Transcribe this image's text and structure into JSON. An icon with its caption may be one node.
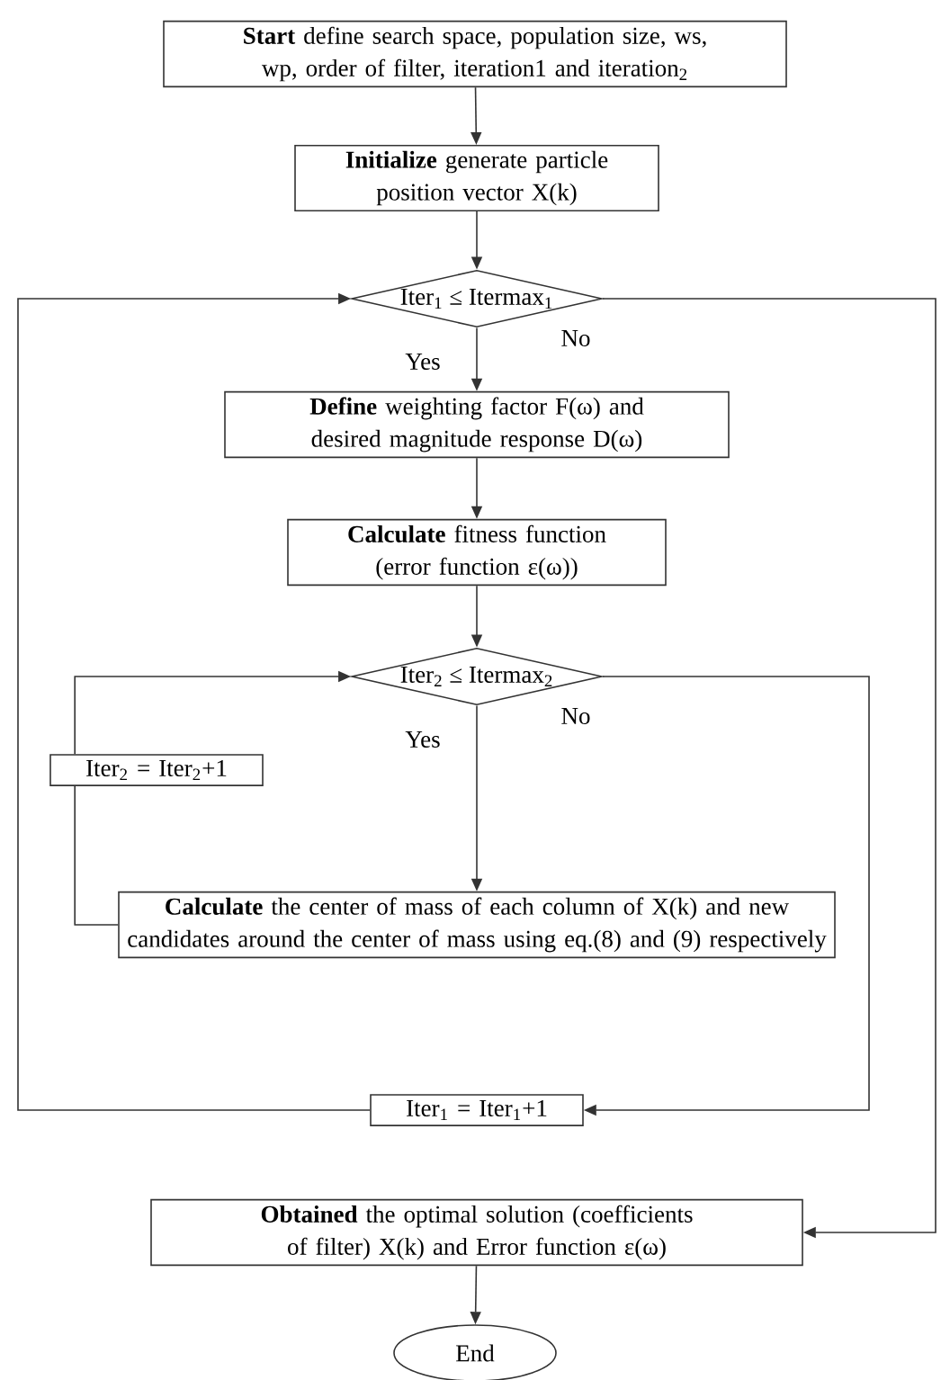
{
  "diagram": {
    "nodes": [
      {
        "text": [
          "**Start** define search space, population size, ws, wp, order of filter, iteration1 and iteration$_{2}$"
        ]
      },
      {
        "text": [
          "**Initialize** generate particle position vector X(k)"
        ]
      },
      {
        "text": [
          "Iter$_{1}$ ≤ Itermax$_{1}$"
        ]
      },
      {
        "text": [
          "**Define** weighting factor F(ω) and desired magnitude response D(ω)"
        ]
      },
      {
        "text": [
          "**Calculate** fitness function (error function ε(ω))"
        ]
      },
      {
        "text": [
          "Iter$_{2}$ ≤ Itermax$_{2}$"
        ]
      },
      {
        "text": [
          "Iter$_{2}$ = Iter$_{2}$+1"
        ]
      },
      {
        "text": [
          "**Calculate** the center of mass of each column of X(k) and new candidates around the center of mass using eq.(8) and (9) respectively"
        ]
      },
      {
        "text": [
          "Iter$_{1}$ = Iter$_{1}$+1"
        ]
      },
      {
        "text": [
          "**Obtained** the optimal solution (coefficients of filter) X(k) and Error function ε(ω)"
        ]
      },
      {
        "text": [
          "End"
        ]
      }
    ],
    "edges": [
      {
        "from": 0,
        "to": 1,
        "arrow": "to"
      },
      {
        "from": 1,
        "to": 2,
        "arrow": "to"
      },
      {
        "from": 2,
        "to": 3,
        "arrow": "to",
        "label": "Yes"
      },
      {
        "from": 3,
        "to": 4,
        "arrow": "to"
      },
      {
        "from": 4,
        "to": 5,
        "arrow": "to"
      },
      {
        "from": 5,
        "to": 7,
        "arrow": "to",
        "label": "Yes"
      },
      {
        "from": 7,
        "to": 6,
        "arrow": "none"
      },
      {
        "from": 6,
        "to": 5,
        "arrow": "to"
      },
      {
        "from": 5,
        "to": 8,
        "arrow": "to",
        "label": "No"
      },
      {
        "from": 8,
        "to": 2,
        "arrow": "to"
      },
      {
        "from": 2,
        "to": 9,
        "arrow": "to",
        "label": "No"
      },
      {
        "from": 9,
        "to": 10,
        "arrow": "to"
      }
    ]
  }
}
